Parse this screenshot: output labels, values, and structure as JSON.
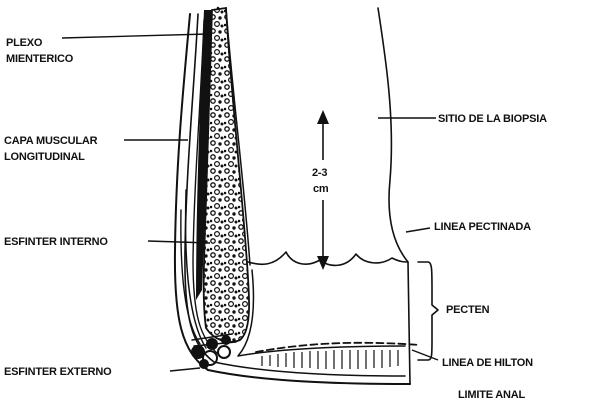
{
  "labels": {
    "plexo_line1": "PLEXO",
    "plexo_line2": "MIENTERICO",
    "capa_line1": "CAPA MUSCULAR",
    "capa_line2": "LONGITUDINAL",
    "esfinter_interno": "ESFINTER INTERNO",
    "esfinter_externo": "ESFINTER EXTERNO",
    "sitio_biopsia": "SITIO DE LA BIOPSIA",
    "distance_value": "2-3",
    "distance_unit": "cm",
    "linea_pectinada": "LINEA PECTINADA",
    "pecten": "PECTEN",
    "linea_hilton": "LINEA DE HILTON",
    "limite_anal": "LIMITE ANAL"
  }
}
